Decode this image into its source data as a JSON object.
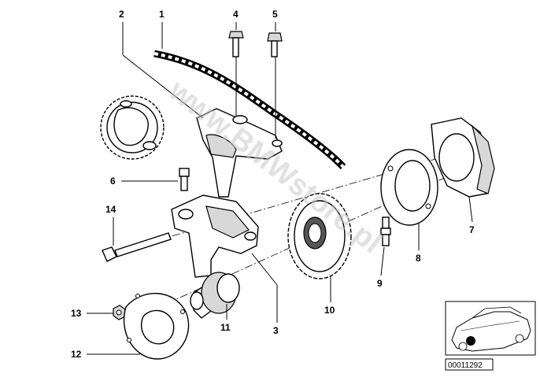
{
  "diagram": {
    "callouts": [
      {
        "id": "c1",
        "label": "1"
      },
      {
        "id": "c2",
        "label": "2"
      },
      {
        "id": "c3",
        "label": "3"
      },
      {
        "id": "c4",
        "label": "4"
      },
      {
        "id": "c5",
        "label": "5"
      },
      {
        "id": "c6",
        "label": "6"
      },
      {
        "id": "c7",
        "label": "7"
      },
      {
        "id": "c8",
        "label": "8"
      },
      {
        "id": "c9",
        "label": "9"
      },
      {
        "id": "c10",
        "label": "10"
      },
      {
        "id": "c11",
        "label": "11"
      },
      {
        "id": "c12",
        "label": "12"
      },
      {
        "id": "c13",
        "label": "13"
      },
      {
        "id": "c14",
        "label": "14"
      }
    ],
    "watermark": "www.BMWstore.pl",
    "thumbnail": {
      "reference_number": "00011292"
    }
  }
}
